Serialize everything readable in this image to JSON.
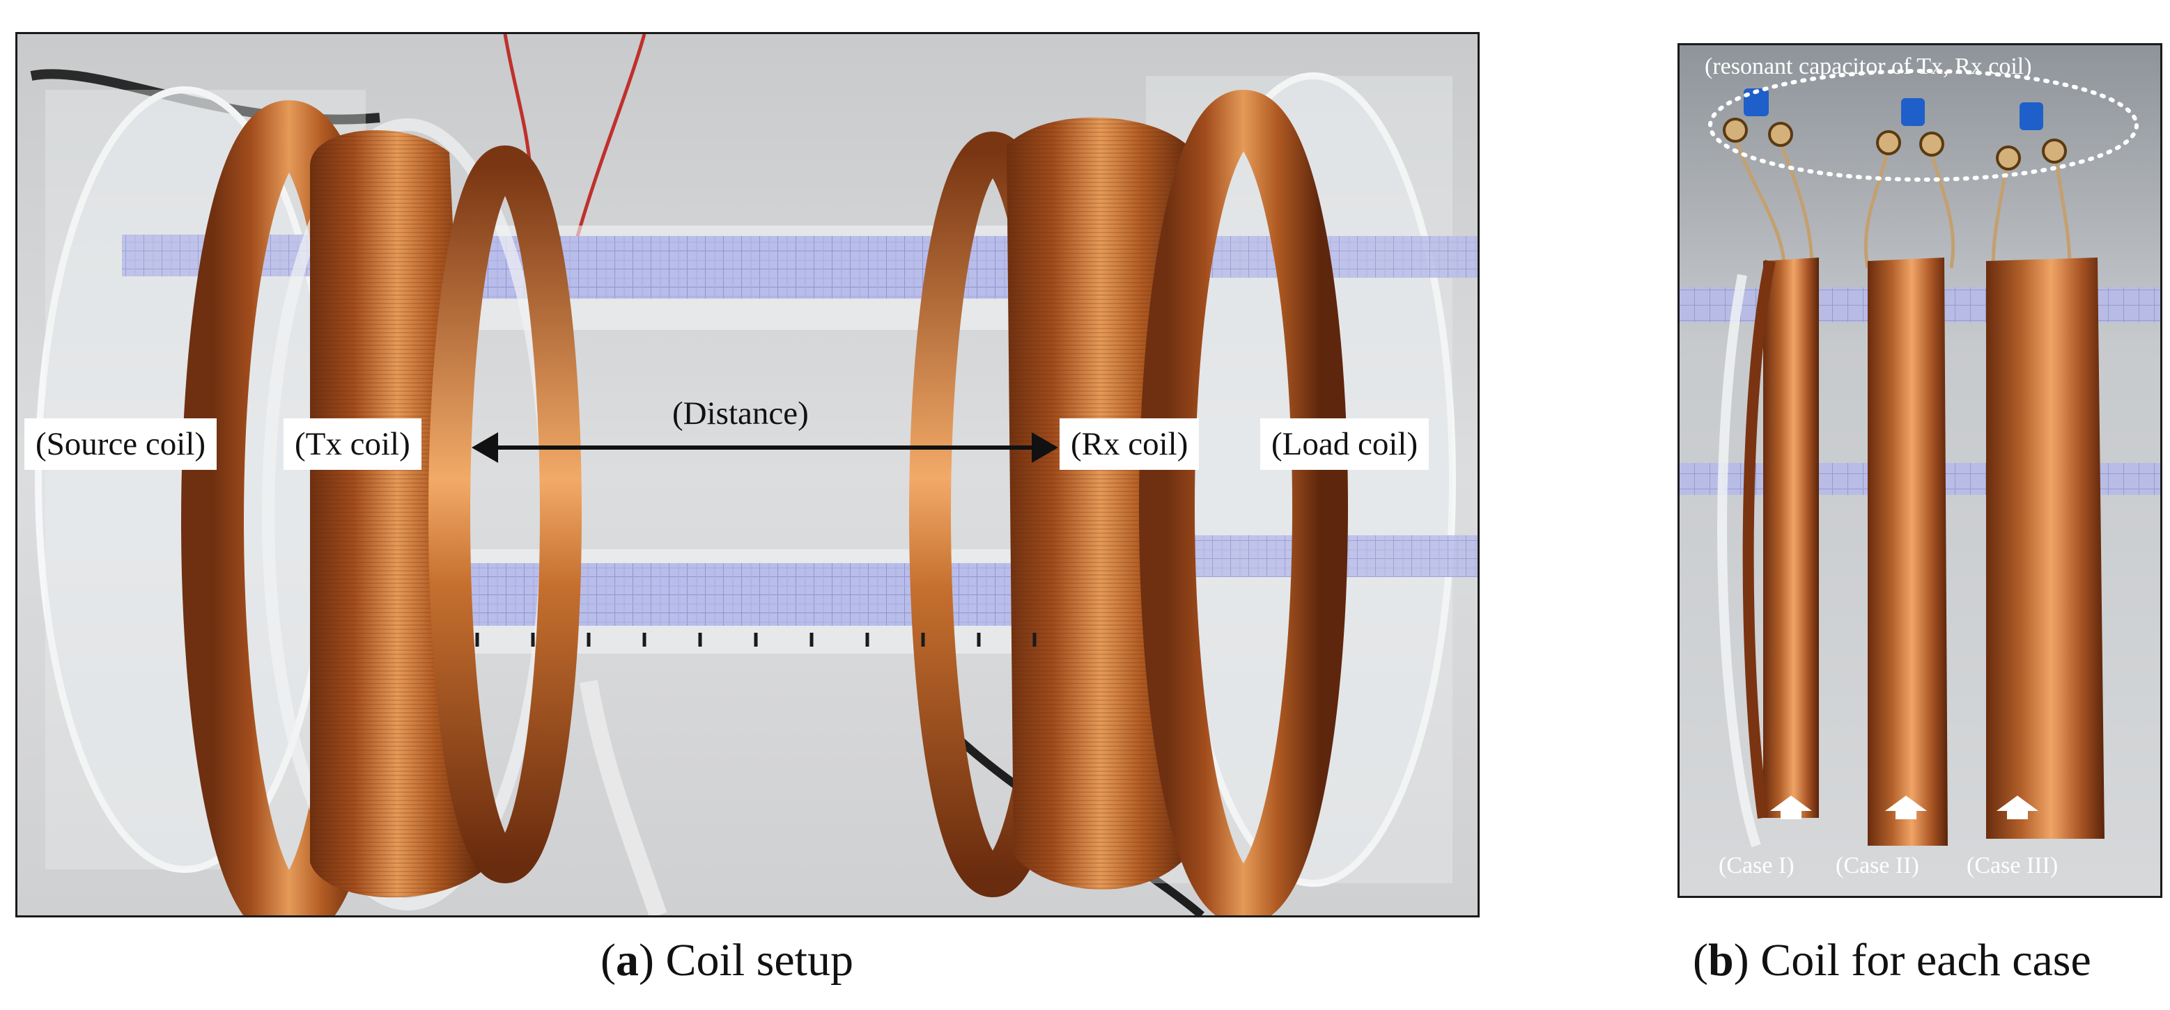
{
  "panel_a": {
    "labels": {
      "source_coil": "(Source coil)",
      "tx_coil": "(Tx coil)",
      "distance": "(Distance)",
      "rx_coil": "(Rx coil)",
      "load_coil": "(Load coil)"
    },
    "caption": {
      "letter": "a",
      "text": "Coil setup"
    }
  },
  "panel_b": {
    "labels": {
      "capacitor": "(resonant capacitor of Tx, Rx coil)",
      "case1": "(Case I)",
      "case2": "(Case II)",
      "case3": "(Case III)"
    },
    "caption": {
      "letter": "b",
      "text": "Coil for each case"
    }
  },
  "colors": {
    "copper": "#b8612a",
    "copper_highlight": "#f0a86a",
    "graph_paper": "#b8bce8",
    "acrylic": "#e8ecef"
  }
}
